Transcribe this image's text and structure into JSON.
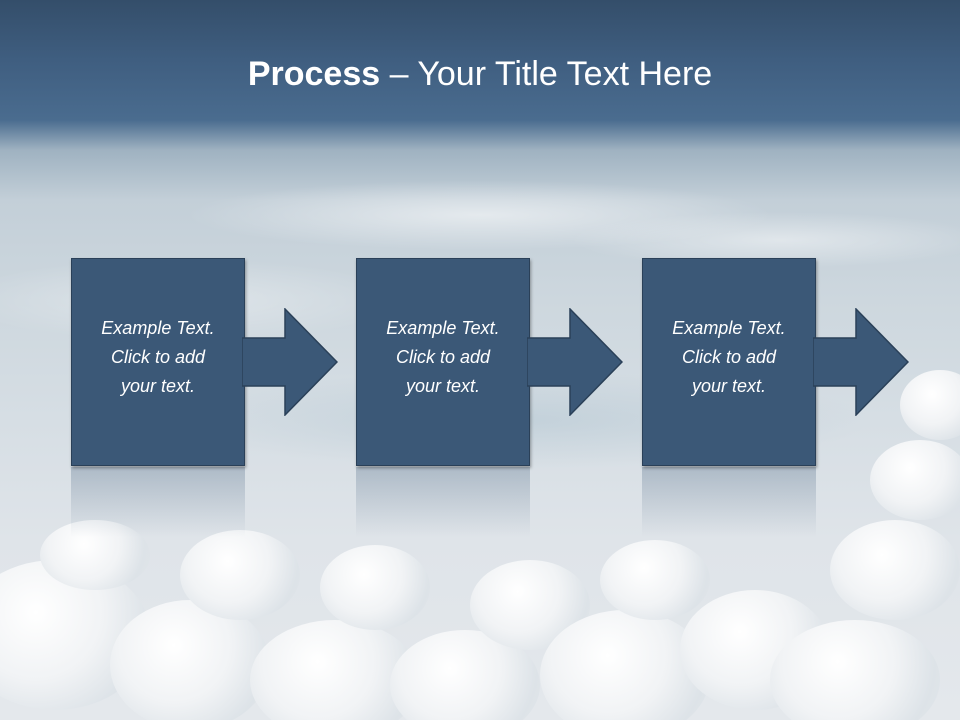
{
  "slide": {
    "title_bold": "Process",
    "title_rest": " – Your Title Text Here"
  },
  "steps": [
    {
      "lines": [
        "Example Text.",
        "Click  to add",
        "your text."
      ]
    },
    {
      "lines": [
        "Example Text.",
        "Click  to add",
        "your text."
      ]
    },
    {
      "lines": [
        "Example Text.",
        "Click  to add",
        "your text."
      ]
    }
  ],
  "colors": {
    "box_fill": "#3b5877",
    "title_band": "#3f5e80",
    "text": "#ffffff"
  },
  "icons": [
    "right-arrow-icon",
    "right-arrow-icon",
    "right-arrow-icon"
  ]
}
